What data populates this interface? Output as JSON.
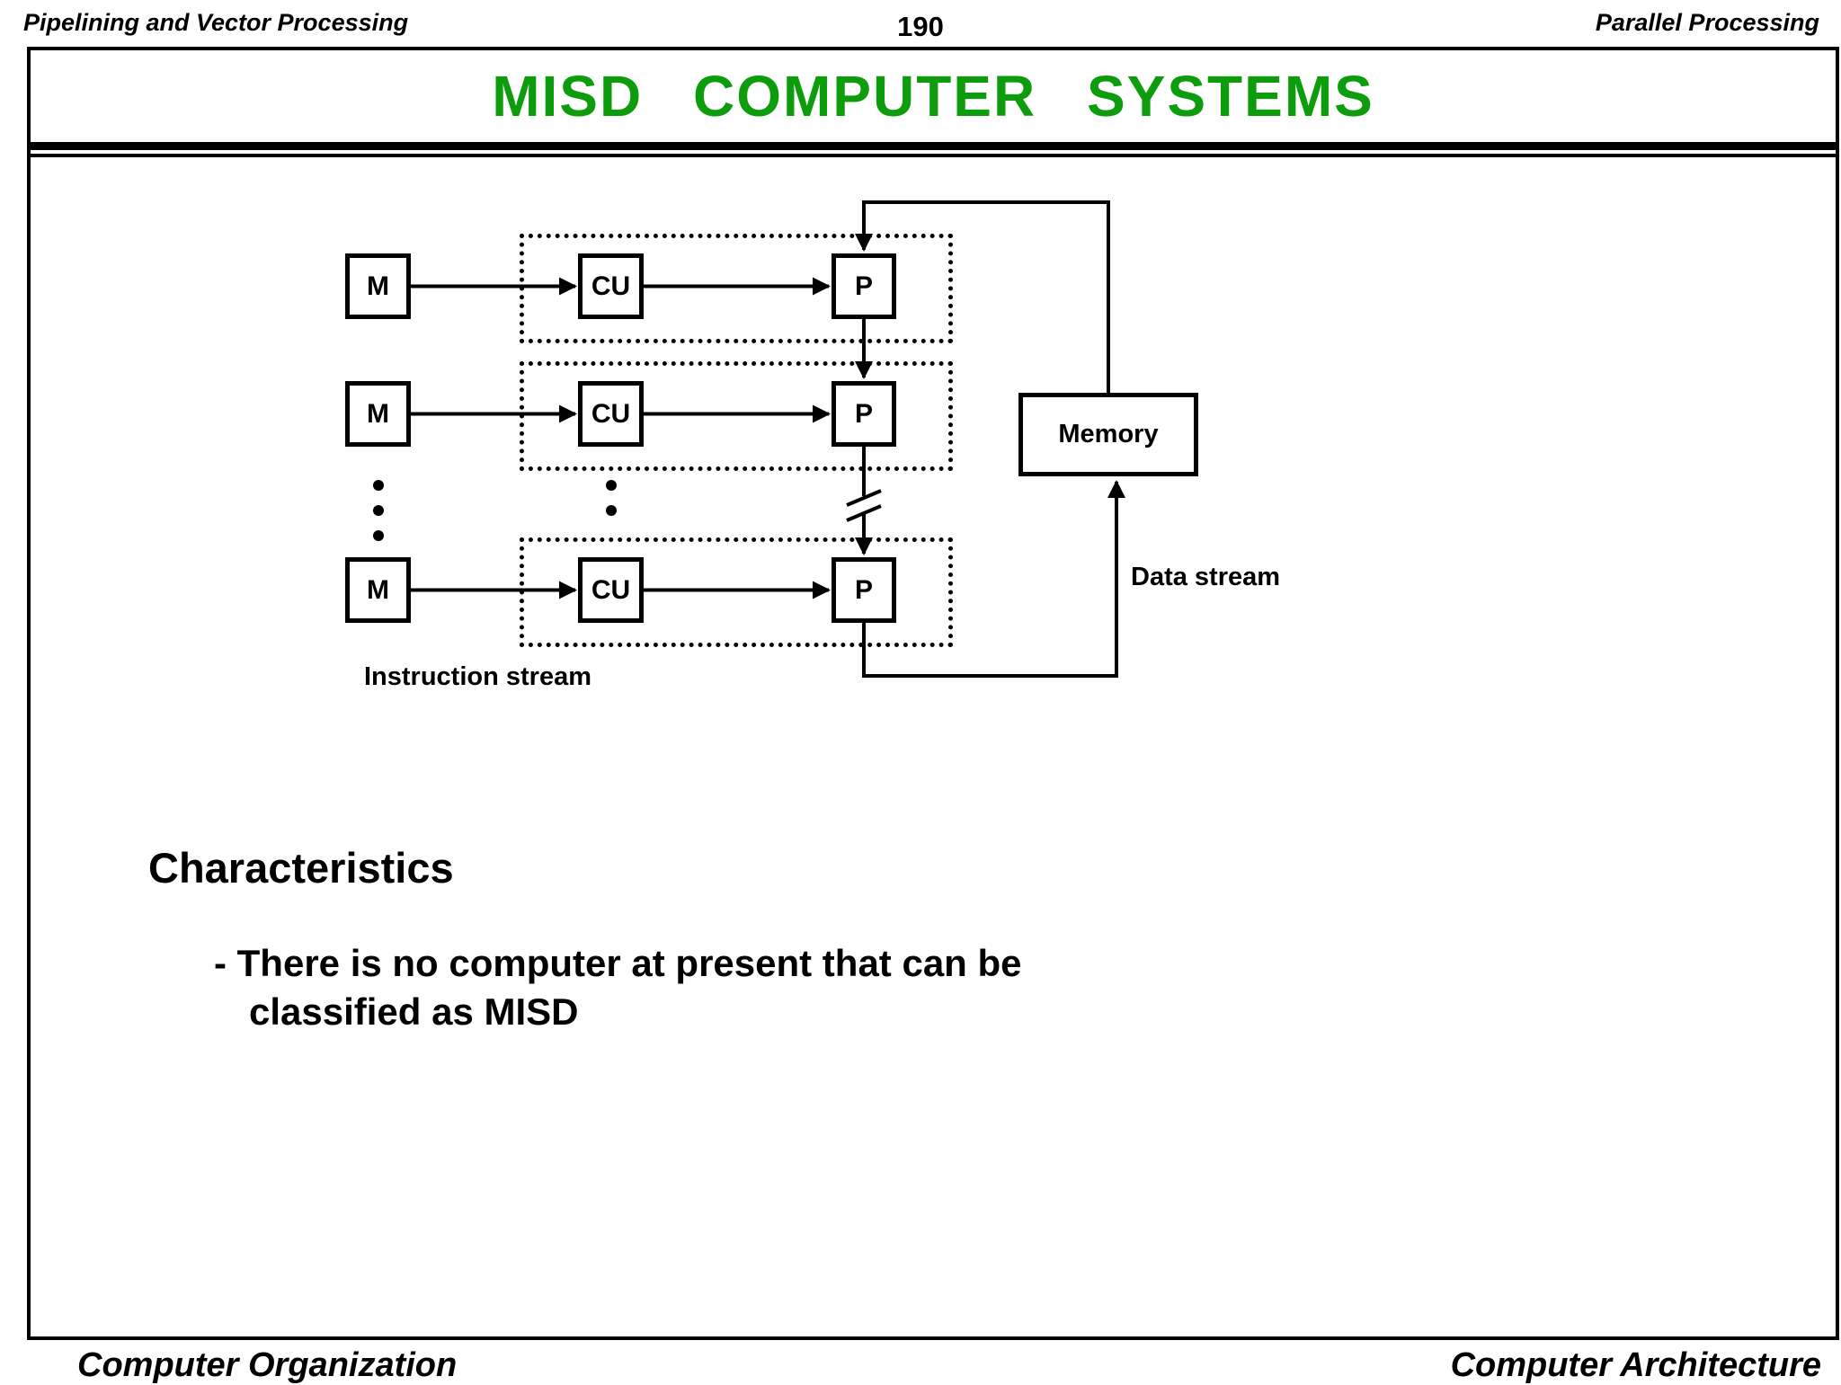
{
  "colors": {
    "title_green": "#0c9c0c",
    "ink": "#000000",
    "background": "#ffffff"
  },
  "header": {
    "left": "Pipelining and Vector Processing",
    "page_number": "190",
    "right": "Parallel Processing"
  },
  "title": "MISD COMPUTER SYSTEMS",
  "diagram": {
    "rows": [
      {
        "m": "M",
        "cu": "CU",
        "p": "P"
      },
      {
        "m": "M",
        "cu": "CU",
        "p": "P"
      },
      {
        "m": "M",
        "cu": "CU",
        "p": "P"
      }
    ],
    "memory_label": "Memory",
    "data_stream_label": "Data stream",
    "instruction_stream_label": "Instruction stream"
  },
  "content": {
    "heading": "Characteristics",
    "bullet_line1": "- There is no computer at present that can be",
    "bullet_line2": "classified as MISD"
  },
  "footer": {
    "left": "Computer Organization",
    "right": "Computer Architecture"
  }
}
